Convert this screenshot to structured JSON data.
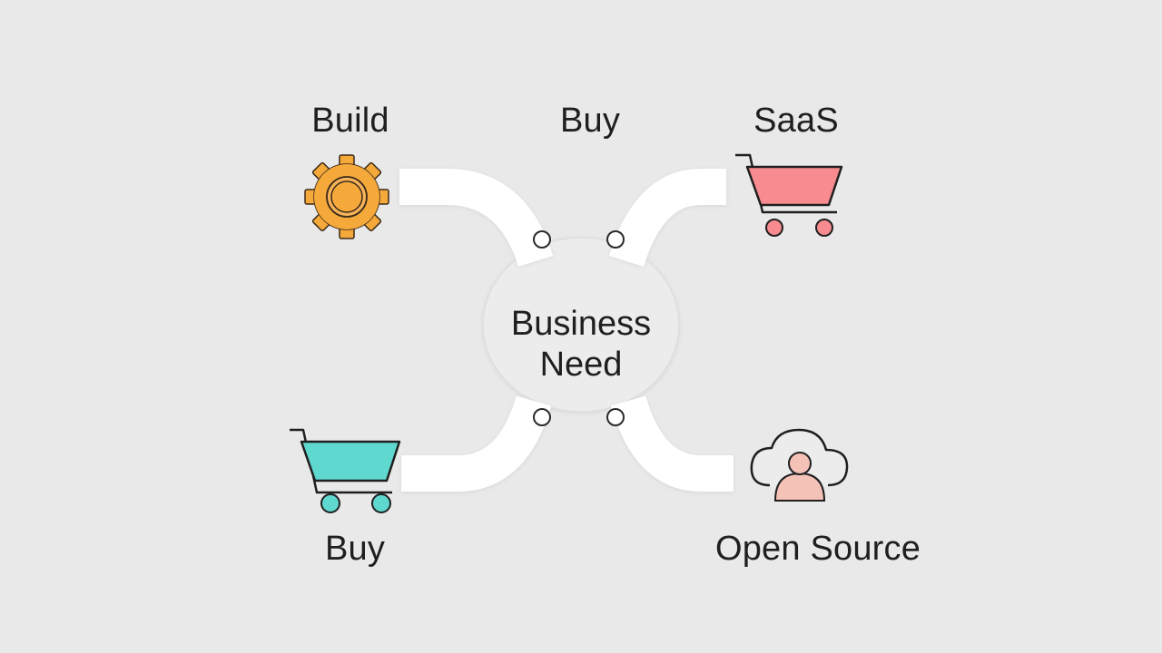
{
  "center": {
    "line1": "Business",
    "line2": "Need"
  },
  "labels": {
    "build": "Build",
    "buy_top": "Buy",
    "saas": "SaaS",
    "buy_bottom": "Buy",
    "open_source": "Open Source"
  },
  "icons": {
    "build": "gear-icon",
    "saas": "shopping-cart-icon",
    "buy_bottom": "shopping-cart-icon",
    "open_source": "cloud-user-icon"
  },
  "colors": {
    "background": "#e9e9e9",
    "connector": "#ffffff",
    "gear": "#f5a93a",
    "saas_cart": "#f88b8f",
    "buy_cart": "#5fd8d0",
    "person": "#f5c2b8",
    "outline": "#1f1f1f"
  }
}
